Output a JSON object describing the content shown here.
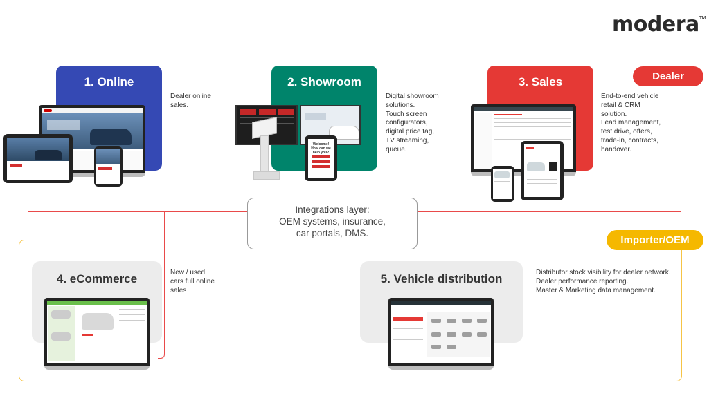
{
  "brand": {
    "logo": "modera",
    "trademark": "TM"
  },
  "tags": {
    "dealer": "Dealer",
    "oem": "Importer/OEM"
  },
  "stages": {
    "online": {
      "title": "1. Online",
      "desc": "Dealer online\nsales."
    },
    "showroom": {
      "title": "2. Showroom",
      "desc": "Digital showroom\nsolutions.\nTouch screen\nconfigurators,\ndigital price tag,\nTV streaming,\nqueue."
    },
    "sales": {
      "title": "3. Sales",
      "desc": "End-to-end vehicle\nretail & CRM\nsolution.\nLead management,\ntest drive, offers,\ntrade-in, contracts,\nhandover."
    },
    "ecommerce": {
      "title": "4. eCommerce",
      "desc": "New / used\ncars full online\nsales"
    },
    "distribution": {
      "title": "5. Vehicle distribution",
      "desc": "Distributor stock visibility for dealer network.\nDealer performance reporting.\nMaster & Marketing data management."
    }
  },
  "integrations": {
    "text": "Integrations layer:\nOEM systems, insurance,\ncar portals, DMS."
  },
  "kiosk": {
    "screen_text": "Welcome!\nHow can we help you?"
  },
  "colors": {
    "online": "#3549b4",
    "showroom": "#00846b",
    "sales": "#e53935",
    "dealer": "#e53935",
    "oem": "#f5b800",
    "gray": "#ececec"
  }
}
